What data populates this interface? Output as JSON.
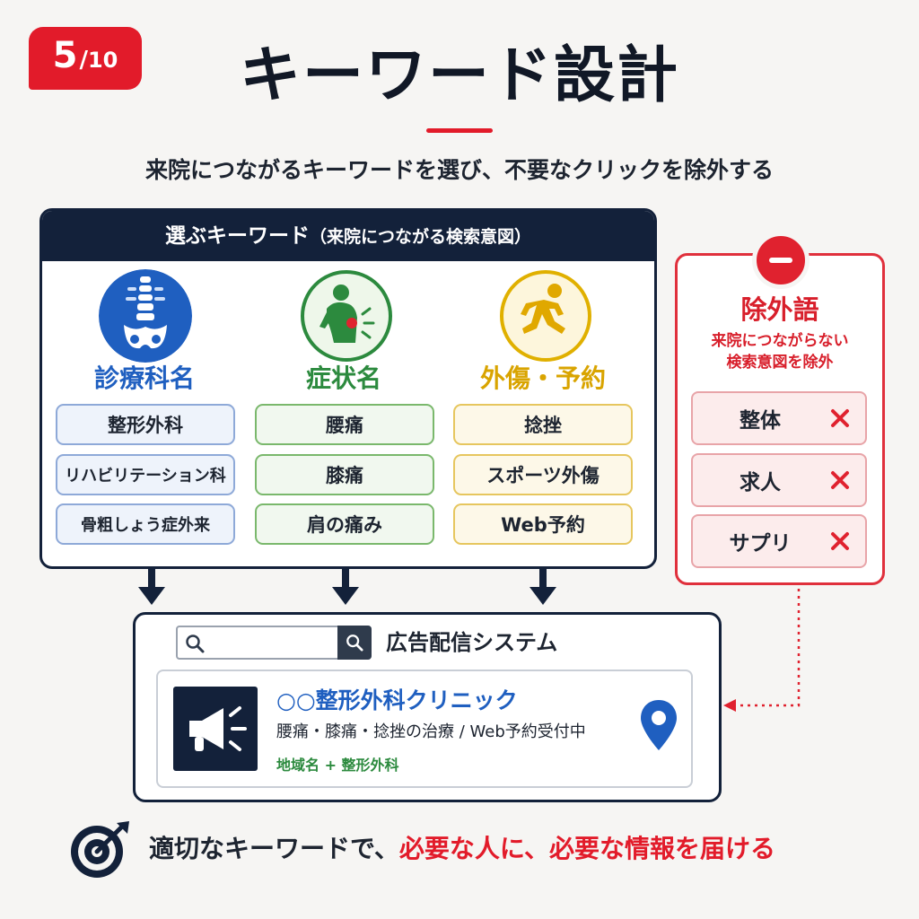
{
  "header": {
    "badge_current": "5",
    "badge_total": "10",
    "title": "キーワード設計",
    "subtitle": "来院につながるキーワードを選び、不要なクリックを除外する"
  },
  "keywords_panel": {
    "title": "選ぶキーワード",
    "title_paren": "（来院につながる検索意図）",
    "categories": [
      {
        "title": "診療科名",
        "color": "#1f5fc0",
        "icon": "spine-icon",
        "keywords": [
          "整形外科",
          "リハビリテーション科",
          "骨粗しょう症外来"
        ]
      },
      {
        "title": "症状名",
        "color": "#2c8a3e",
        "icon": "back-pain-icon",
        "keywords": [
          "腰痛",
          "膝痛",
          "肩の痛み"
        ]
      },
      {
        "title": "外傷・予約",
        "color": "#d9a400",
        "icon": "runner-icon",
        "keywords": [
          "捻挫",
          "スポーツ外傷",
          "Web予約"
        ]
      }
    ]
  },
  "exclude_panel": {
    "title": "除外語",
    "sub_line1": "来院につながらない",
    "sub_line2": "検索意図を除外",
    "items": [
      "整体",
      "求人",
      "サプリ"
    ],
    "accent": "#e0222f"
  },
  "ad_system": {
    "label": "広告配信システム",
    "ad_name": "○○整形外科クリニック",
    "ad_description": "腰痛・膝痛・捻挫の治療 / Web予約受付中",
    "ad_keyword": "地域名 + 整形外科"
  },
  "footer": {
    "part1": "適切なキーワードで、",
    "part2": "必要な人に、必要な情報を届ける"
  }
}
